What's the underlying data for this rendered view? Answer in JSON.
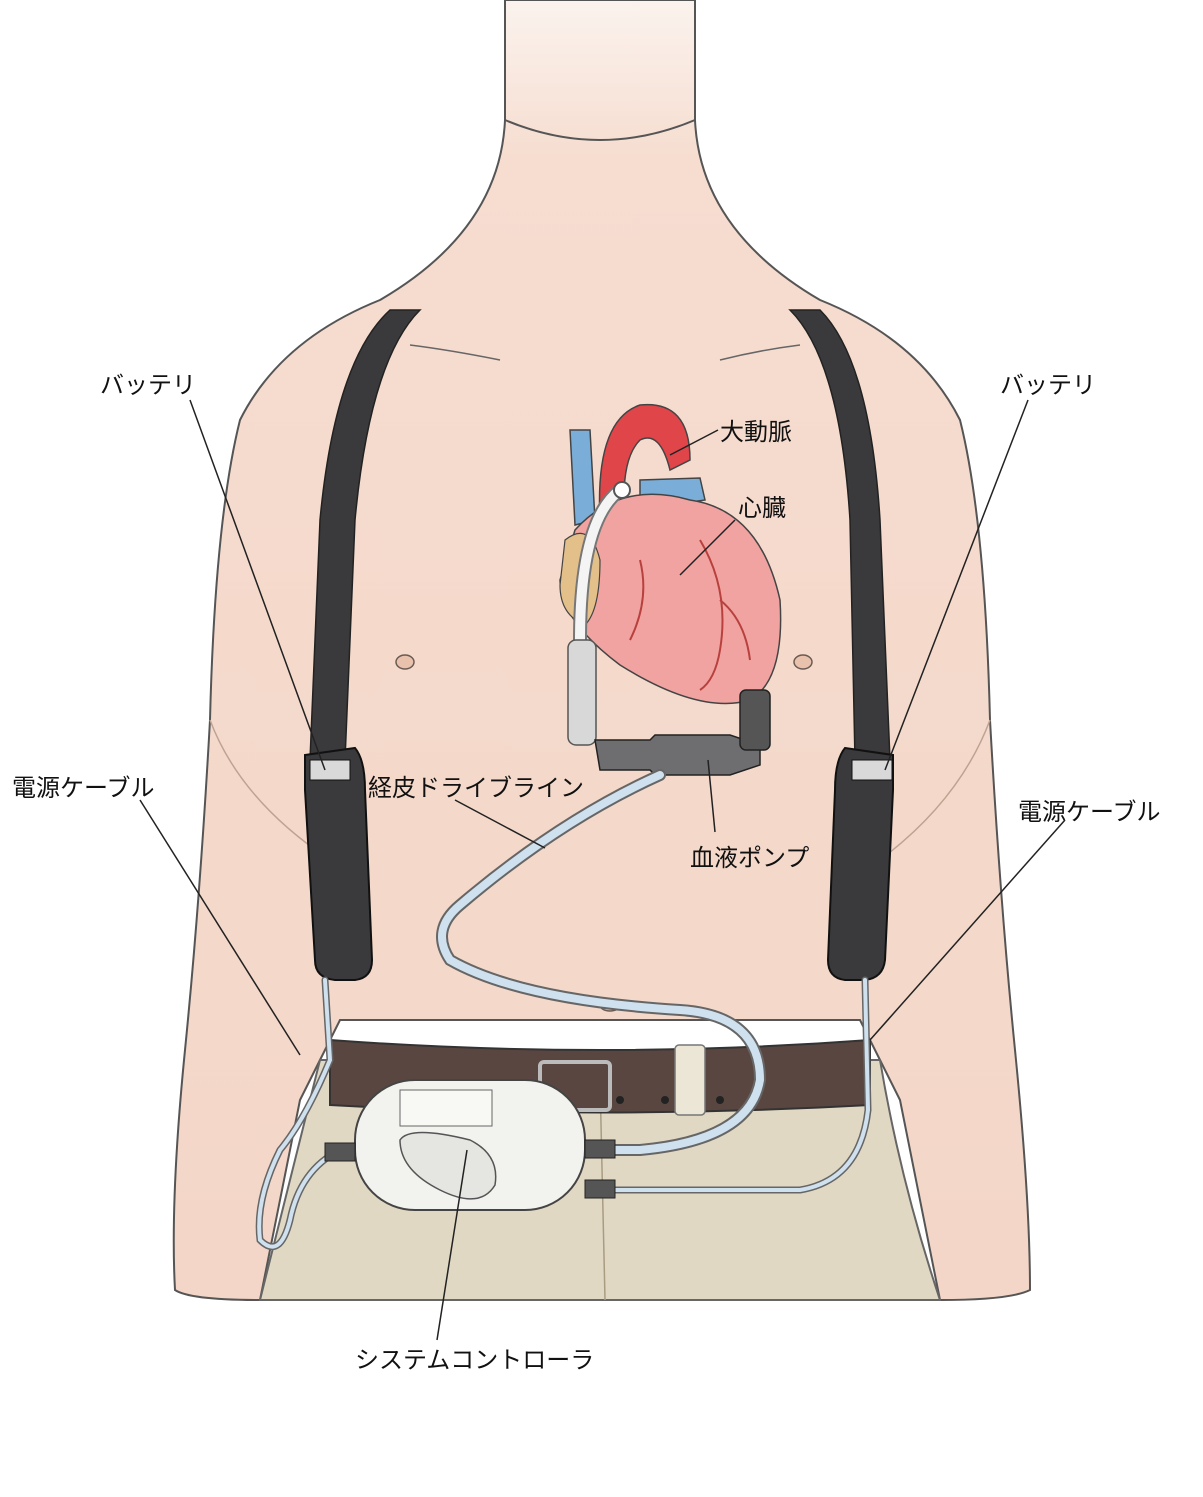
{
  "labels": {
    "battery_left": "バッテリ",
    "battery_right": "バッテリ",
    "aorta": "大動脈",
    "heart": "心臓",
    "power_cable_left": "電源ケーブル",
    "power_cable_right": "電源ケーブル",
    "driveline": "経皮ドライブライン",
    "blood_pump": "血液ポンプ",
    "system_controller": "システムコントローラ"
  },
  "colors": {
    "skin": "#f6ddd0",
    "skin_shadow": "#ecc8b6",
    "strap": "#3a3a3c",
    "belt": "#5a4640",
    "pants": "#e1d8c4",
    "heart": "#f0a3a0",
    "aorta": "#e0454a",
    "vein": "#7aaed8",
    "cable": "#cfe0ee",
    "controller": "#f2f2ef"
  }
}
